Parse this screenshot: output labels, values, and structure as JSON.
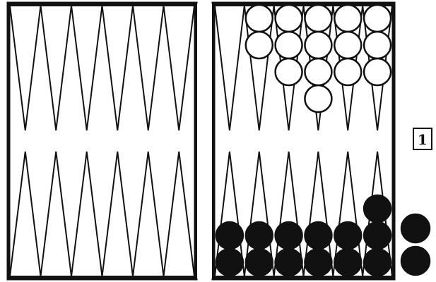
{
  "game": "backgammon",
  "doubling_cube": {
    "value": "1"
  },
  "colors": {
    "board_line": "#111111",
    "background": "#ffffff",
    "white_checker": "#ffffff",
    "black_checker": "#111111"
  },
  "board": {
    "white_checkers_top_right": [
      2,
      3,
      4,
      3,
      3
    ],
    "black_checkers_bottom_right": [
      2,
      2,
      2,
      2,
      2,
      3
    ],
    "black_checkers_borne_off": 2
  }
}
